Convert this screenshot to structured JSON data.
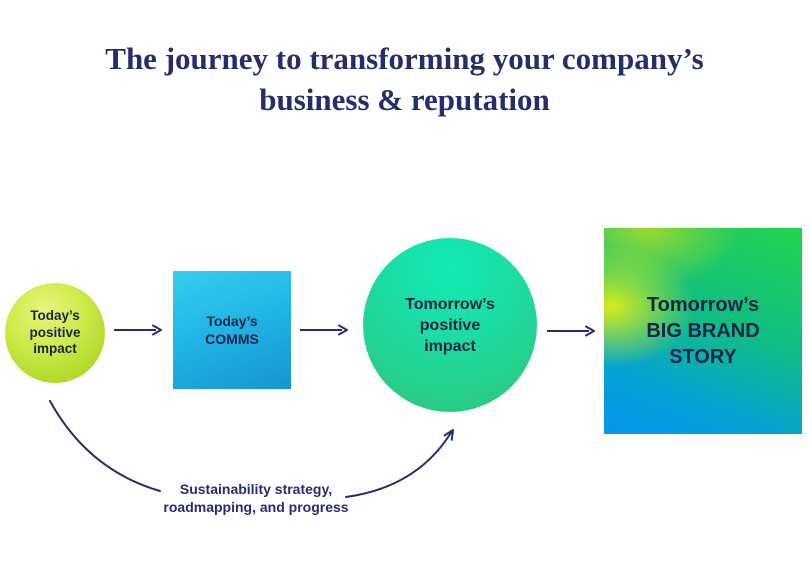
{
  "title": {
    "line1": "The journey to transforming your company’s",
    "line2": "business & reputation"
  },
  "flow": {
    "steps": [
      {
        "id": "todays-positive-impact",
        "shape": "circle",
        "lines": [
          "Today’s",
          "positive",
          "impact"
        ]
      },
      {
        "id": "todays-comms",
        "shape": "square",
        "lines": [
          "Today’s",
          "COMMS"
        ]
      },
      {
        "id": "tomorrows-positive-impact",
        "shape": "circle",
        "lines": [
          "Tomorrow’s",
          "positive",
          "impact"
        ]
      },
      {
        "id": "tomorrows-big-brand-story",
        "shape": "square",
        "lines": [
          "Tomorrow’s",
          "BIG BRAND",
          "STORY"
        ]
      }
    ]
  },
  "bypass": {
    "lines": [
      "Sustainability strategy,",
      "roadmapping, and progress"
    ]
  },
  "colors": {
    "title_navy": "#232e6b",
    "arrow_navy": "#232d72",
    "shape_text_navy": "#1b2447",
    "circle1_light": "#e9f57d",
    "circle1_dark": "#9fd013",
    "square1_light": "#38cdf0",
    "square1_dark": "#1795d0",
    "circle2_light": "#12eab4",
    "circle2_dark": "#2dc478",
    "square2_yellow": "#dcec1c",
    "square2_green": "#22d052",
    "square2_blue": "#0895ee"
  }
}
